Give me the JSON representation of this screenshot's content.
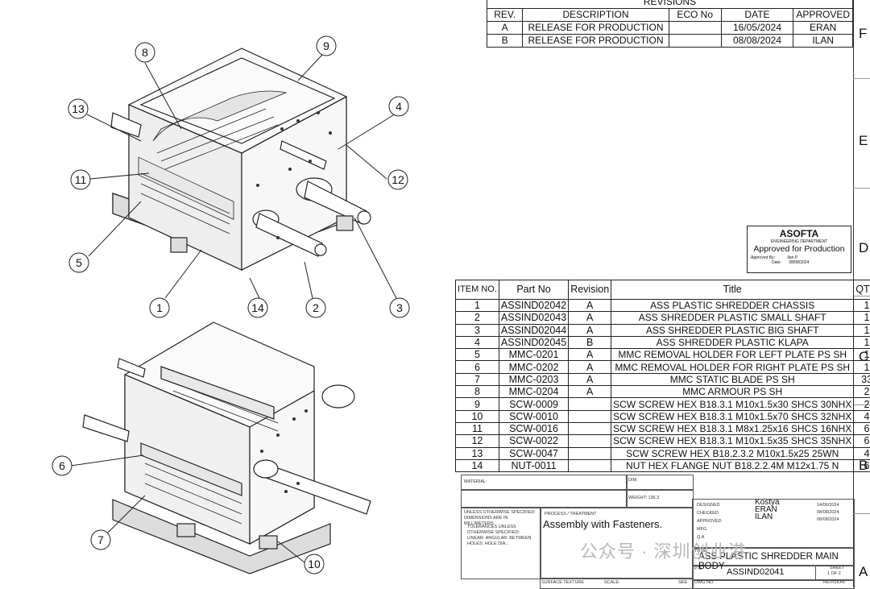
{
  "revisions": {
    "title": "REVISIONS",
    "headers": [
      "REV.",
      "DESCRIPTION",
      "ECO No",
      "DATE",
      "APPROVED"
    ],
    "rows": [
      [
        "A",
        "RELEASE FOR PRODUCTION",
        "",
        "16/05/2024",
        "ERAN"
      ],
      [
        "B",
        "RELEASE FOR PRODUCTION",
        "",
        "08/08/2024",
        "ILAN"
      ]
    ]
  },
  "zones": [
    "F",
    "E",
    "D",
    "C",
    "B",
    "A"
  ],
  "stamp": {
    "company": "ASOFTA",
    "department": "ENGINEERING DEPARTMENT",
    "status": "Approved for Production",
    "approved_by_label": "Approved By:",
    "approved_by": "Ilan P",
    "date_label": "Date:",
    "date": "08/08/2024"
  },
  "bom": {
    "headers": [
      "ITEM NO.",
      "Part No",
      "Revision",
      "Title",
      "QTY."
    ],
    "rows": [
      [
        "1",
        "ASSIND02042",
        "A",
        "ASS PLASTIC SHREDDER CHASSIS",
        "1"
      ],
      [
        "2",
        "ASSIND02043",
        "A",
        "ASS SHREDDER PLASTIC SMALL SHAFT",
        "1"
      ],
      [
        "3",
        "ASSIND02044",
        "A",
        "ASS SHREDDER PLASTIC BIG SHAFT",
        "1"
      ],
      [
        "4",
        "ASSIND02045",
        "B",
        "ASS SHREDDER PLASTIC KLAPA",
        "1"
      ],
      [
        "5",
        "MMC-0201",
        "A",
        "MMC REMOVAL HOLDER FOR LEFT PLATE PS SH",
        "1"
      ],
      [
        "6",
        "MMC-0202",
        "A",
        "MMC REMOVAL HOLDER FOR RIGHT PLATE PS SH",
        "1"
      ],
      [
        "7",
        "MMC-0203",
        "A",
        "MMC STATIC BLADE PS SH",
        "33"
      ],
      [
        "8",
        "MMC-0204",
        "A",
        "MMC ARMOUR PS SH",
        "2"
      ],
      [
        "9",
        "SCW-0009",
        "",
        "SCW SCREW HEX B18.3.1 M10x1.5x30 SHCS 30NHX",
        "2"
      ],
      [
        "10",
        "SCW-0010",
        "",
        "SCW SCREW HEX B18.3.1 M10x1.5x70 SHCS 32NHX",
        "4"
      ],
      [
        "11",
        "SCW-0016",
        "",
        "SCW SCREW HEX B18.3.1 M8x1.25x16 SHCS 16NHX",
        "6"
      ],
      [
        "12",
        "SCW-0022",
        "",
        "SCW SCREW HEX B18.3.1 M10x1.5x35 SHCS 35NHX",
        "6"
      ],
      [
        "13",
        "SCW-0047",
        "",
        "SCW SCREW HEX B18.2.3.2 M10x1.5x25 25WN",
        "4"
      ],
      [
        "14",
        "NUT-0011",
        "",
        "NUT HEX FLANGE NUT B18.2.2.4M M12x1.75 N",
        "6"
      ]
    ]
  },
  "title_block": {
    "material_label": "MATERIAL:",
    "dim_label": "DIM:",
    "weight": "WEIGHT: 136.3",
    "unless": "UNLESS OTHERWISE SPECIFIED: DIMENSIONS ARE IN MILLIMETERS",
    "tolerances": "TOLERANCES UNLESS OTHERWISE SPECIFIED: LINEAR: ANGULAR: BETWEEN HOLES: HOLE DIA.:",
    "process_label": "PROCESS / TREATMENT",
    "process": "Assembly with Fasteners.",
    "roles": [
      "DESIGNED",
      "CHECKED",
      "APPROVED",
      "MFG",
      "Q.A"
    ],
    "names": [
      "Kostya",
      "ERAN",
      "ILAN",
      "",
      ""
    ],
    "dates": [
      "14/06/2024",
      "08/08/2024",
      "08/08/2024",
      "",
      ""
    ],
    "title_label": "TITLE:",
    "title": "ASS PLASTIC SHREDDER MAIN BODY",
    "pn_label": "P.N.",
    "pn": "ASSIND02041",
    "sheet_label": "SHEET",
    "sheet": "1 OF 2",
    "surface_label": "SURFACE TEXTURE",
    "scale_label": "SCALE:",
    "see_label": "SEE",
    "dwg_label": "DWG NO.",
    "revision_label": "REVISION:"
  },
  "watermark": "公众号 · 深圳创业港",
  "callouts": [
    "1",
    "2",
    "3",
    "4",
    "5",
    "6",
    "7",
    "8",
    "9",
    "10",
    "11",
    "12",
    "13",
    "14"
  ]
}
